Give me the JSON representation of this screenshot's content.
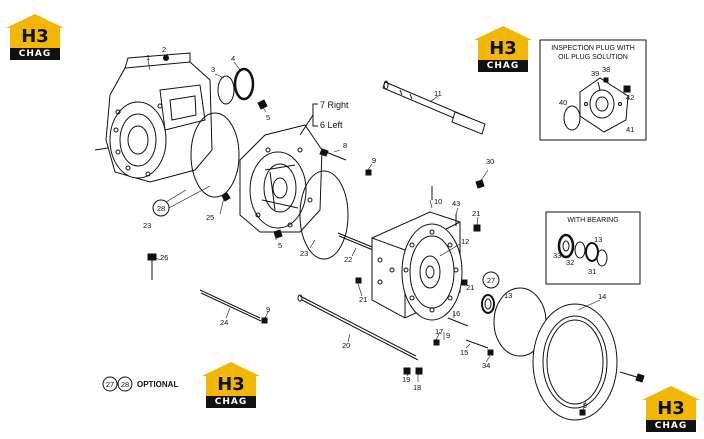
{
  "logo": {
    "letters": "H3",
    "sub": "CHAG"
  },
  "inset_inspection": {
    "title_line1": "INSPECTION PLUG WITH",
    "title_line2": "OIL PLUG SOLUTION"
  },
  "inset_bearing": {
    "title": "WITH BEARING"
  },
  "side_labels": {
    "right": "7 Right",
    "left": "6 Left"
  },
  "optional_note": {
    "a": "27",
    "b": "28",
    "text": "OPTIONAL"
  },
  "callouts": [
    {
      "id": "c1",
      "text": "1"
    },
    {
      "id": "c2",
      "text": "2"
    },
    {
      "id": "c3",
      "text": "3"
    },
    {
      "id": "c4",
      "text": "4"
    },
    {
      "id": "c5a",
      "text": "5"
    },
    {
      "id": "c5b",
      "text": "5"
    },
    {
      "id": "c8",
      "text": "8"
    },
    {
      "id": "c9a",
      "text": "9"
    },
    {
      "id": "c9b",
      "text": "9"
    },
    {
      "id": "c9c",
      "text": "9"
    },
    {
      "id": "c9d",
      "text": "9"
    },
    {
      "id": "c10",
      "text": "10"
    },
    {
      "id": "c11",
      "text": "11"
    },
    {
      "id": "c12",
      "text": "12"
    },
    {
      "id": "c13a",
      "text": "13"
    },
    {
      "id": "c13b",
      "text": "13"
    },
    {
      "id": "c14",
      "text": "14"
    },
    {
      "id": "c15",
      "text": "15"
    },
    {
      "id": "c16",
      "text": "16"
    },
    {
      "id": "c17",
      "text": "17"
    },
    {
      "id": "c18",
      "text": "18"
    },
    {
      "id": "c19",
      "text": "19"
    },
    {
      "id": "c20",
      "text": "20"
    },
    {
      "id": "c21a",
      "text": "21"
    },
    {
      "id": "c21b",
      "text": "21"
    },
    {
      "id": "c21c",
      "text": "21"
    },
    {
      "id": "c22",
      "text": "22"
    },
    {
      "id": "c23a",
      "text": "23"
    },
    {
      "id": "c23b",
      "text": "23"
    },
    {
      "id": "c24",
      "text": "24"
    },
    {
      "id": "c25",
      "text": "25"
    },
    {
      "id": "c26",
      "text": "26"
    },
    {
      "id": "c30",
      "text": "30"
    },
    {
      "id": "c31",
      "text": "31"
    },
    {
      "id": "c32",
      "text": "32"
    },
    {
      "id": "c33",
      "text": "33"
    },
    {
      "id": "c34",
      "text": "34"
    },
    {
      "id": "c38",
      "text": "38"
    },
    {
      "id": "c39",
      "text": "39"
    },
    {
      "id": "c40",
      "text": "40"
    },
    {
      "id": "c41",
      "text": "41"
    },
    {
      "id": "c42",
      "text": "42"
    },
    {
      "id": "c43",
      "text": "43"
    }
  ],
  "circled": [
    {
      "id": "k28",
      "text": "28"
    },
    {
      "id": "k27",
      "text": "27"
    }
  ]
}
